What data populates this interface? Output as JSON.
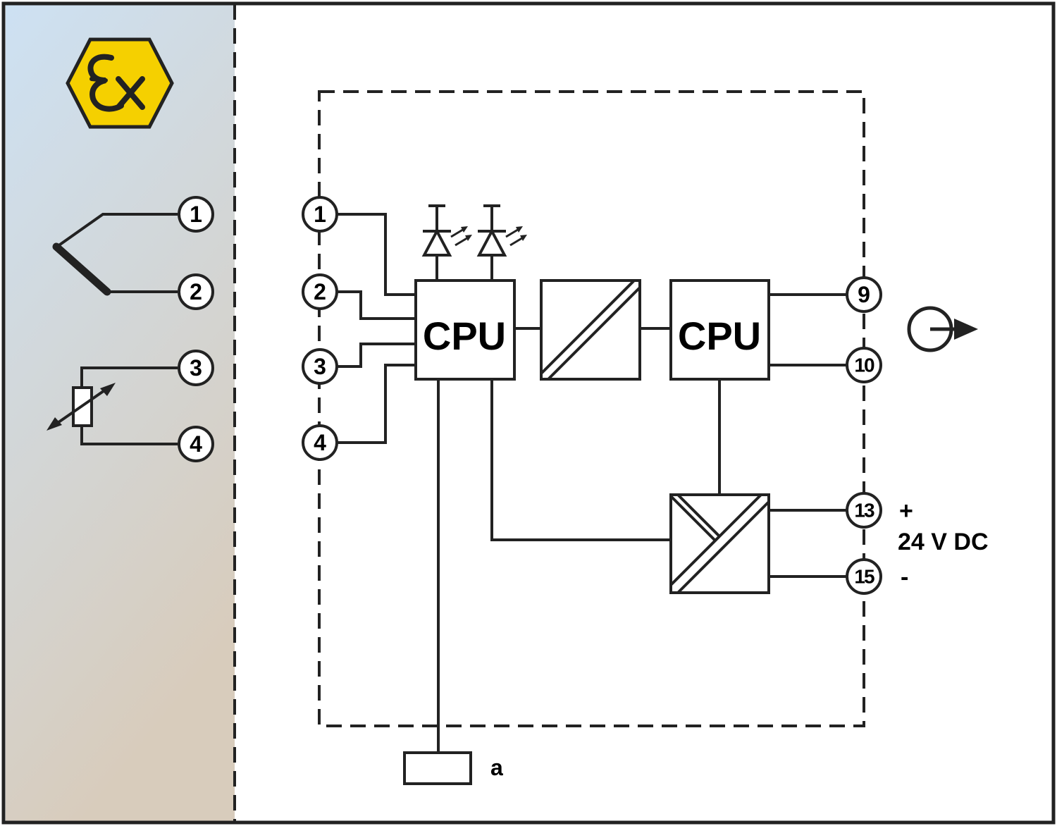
{
  "hazard_symbol": {
    "text": "Ex",
    "fill_color": "#f5d000"
  },
  "background": {
    "gradient_top": "#cde1f3",
    "gradient_bottom": "#d8ccbc"
  },
  "field_terminals": [
    "1",
    "2",
    "3",
    "4"
  ],
  "module_input_terminals": [
    "1",
    "2",
    "3",
    "4"
  ],
  "output_terminals": [
    "9",
    "10"
  ],
  "supply_terminals": [
    "13",
    "15"
  ],
  "cpu_left": {
    "label": "CPU"
  },
  "cpu_right": {
    "label": "CPU"
  },
  "supply": {
    "plus": "+",
    "voltage": "24 V DC",
    "minus": "-"
  },
  "bottom_label": "a"
}
